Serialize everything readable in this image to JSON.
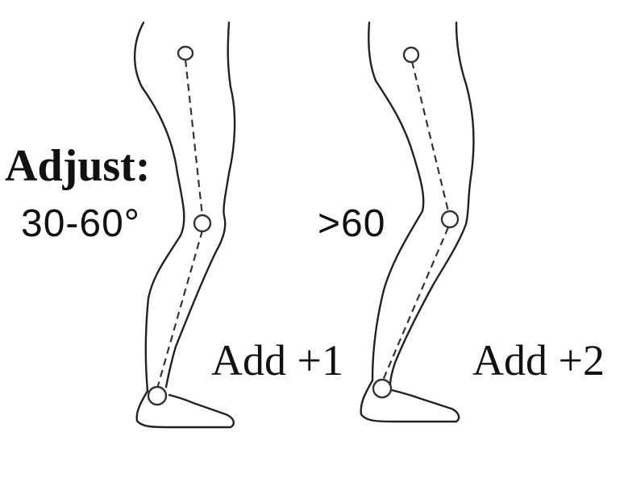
{
  "heading": "Adjust:",
  "figures": [
    {
      "range_label": "30-60°",
      "add_label": "Add +1"
    },
    {
      "range_label": ">60",
      "add_label": "Add +2"
    }
  ]
}
